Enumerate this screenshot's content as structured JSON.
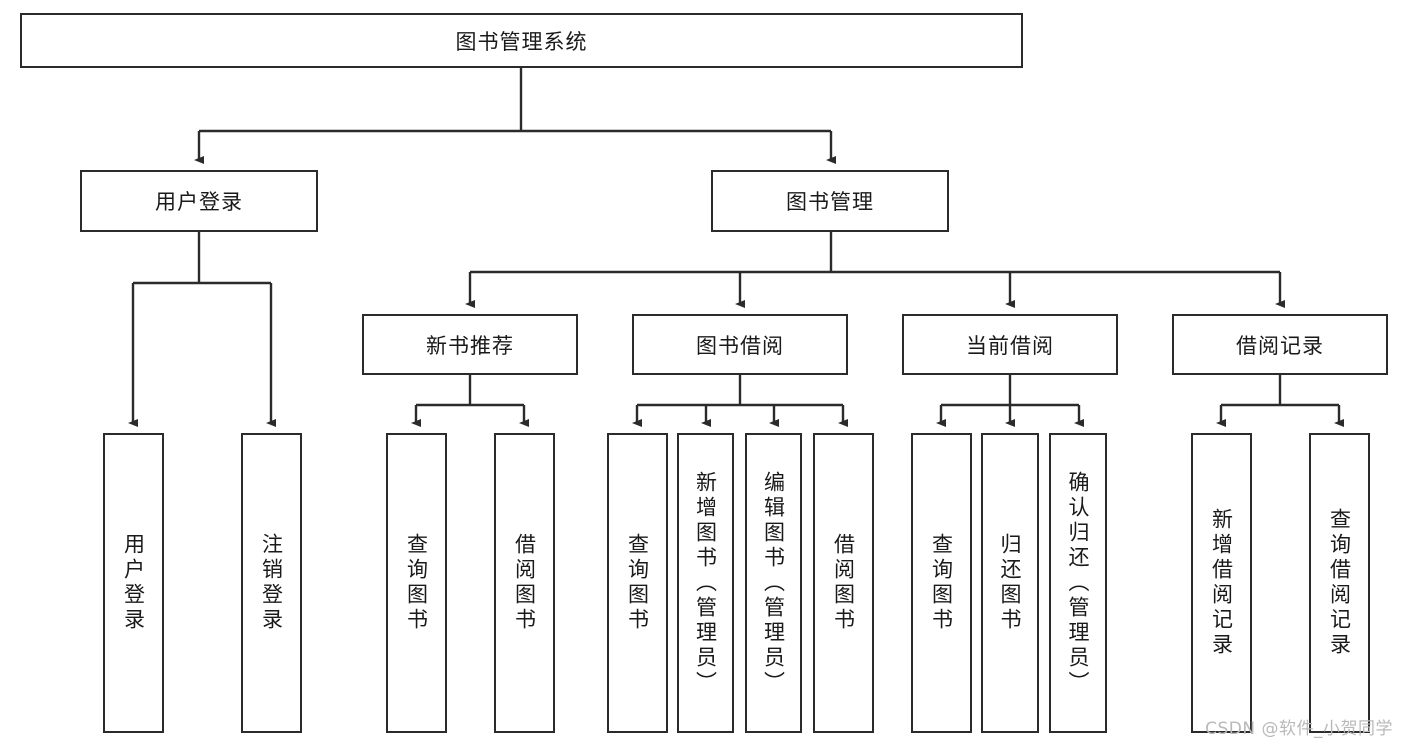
{
  "diagram": {
    "title": "图书管理系统",
    "type": "tree-hierarchy-diagram",
    "colors": {
      "box_border": "#2b2b2b",
      "box_fill": "#ffffff",
      "connector": "#2b2b2b",
      "background": "#ffffff",
      "watermark": "#b9b9b9"
    },
    "root": {
      "label": "图书管理系统"
    },
    "level2": [
      {
        "label": "用户登录"
      },
      {
        "label": "图书管理"
      }
    ],
    "level3": [
      {
        "label": "新书推荐"
      },
      {
        "label": "图书借阅"
      },
      {
        "label": "当前借阅"
      },
      {
        "label": "借阅记录"
      }
    ],
    "leaves": [
      {
        "label": "用户登录",
        "parent": "用户登录"
      },
      {
        "label": "注销登录",
        "parent": "用户登录"
      },
      {
        "label": "查询图书",
        "parent": "新书推荐"
      },
      {
        "label": "借阅图书",
        "parent": "新书推荐"
      },
      {
        "label": "查询图书",
        "parent": "图书借阅"
      },
      {
        "label": "新增图书（管理员）",
        "parent": "图书借阅"
      },
      {
        "label": "编辑图书（管理员）",
        "parent": "图书借阅"
      },
      {
        "label": "借阅图书",
        "parent": "图书借阅"
      },
      {
        "label": "查询图书",
        "parent": "当前借阅"
      },
      {
        "label": "归还图书",
        "parent": "当前借阅"
      },
      {
        "label": "确认归还（管理员）",
        "parent": "当前借阅"
      },
      {
        "label": "新增借阅记录",
        "parent": "借阅记录"
      },
      {
        "label": "查询借阅记录",
        "parent": "借阅记录"
      }
    ],
    "watermark": "CSDN @软件_小贺同学"
  }
}
